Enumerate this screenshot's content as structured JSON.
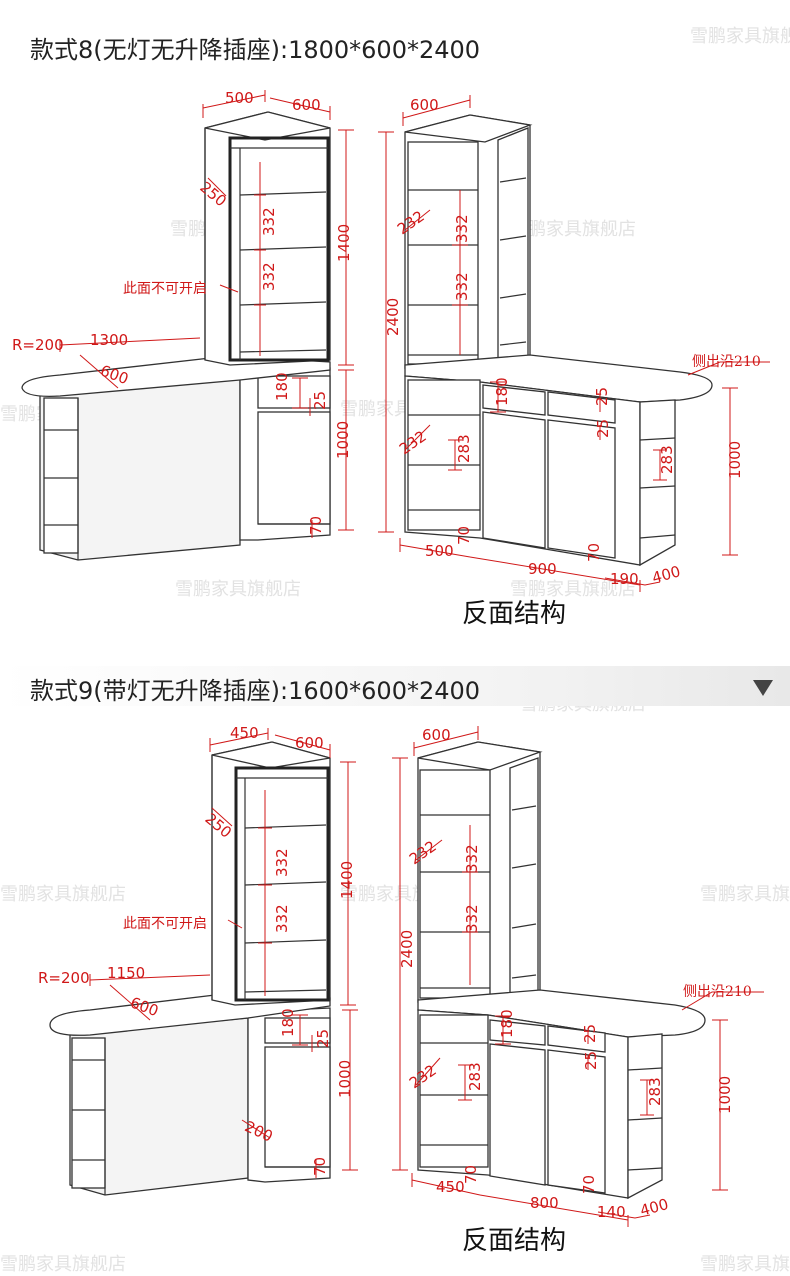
{
  "watermark": "雪鹏家具旗舰店",
  "section1": {
    "title": "款式8(无灯无升降插座):1800*600*2400",
    "caption": "反面结构",
    "front": {
      "depth_top": "500",
      "width_top": "600",
      "side": "250",
      "shelf_a": "332",
      "shelf_b": "332",
      "height_upper": "1400",
      "note": "此面不可开启",
      "radius": "R=200",
      "counter_len": "1300",
      "counter_depth": "600",
      "drawer": "180",
      "gap": "25",
      "height_lower": "1000",
      "plinth": "70"
    },
    "back": {
      "width_top": "600",
      "total_h": "2400",
      "shelf_l": "232",
      "shelf_a": "332",
      "shelf_b": "332",
      "side_note": "侧出沿210",
      "drawer": "180",
      "gap_a": "25",
      "gap_b": "25",
      "shelf_low": "232",
      "shelf_283": "283",
      "side_283": "283",
      "height_1000": "1000",
      "b_500": "500",
      "b_70a": "70",
      "b_900": "900",
      "b_70b": "70",
      "b_190": "190",
      "b_400": "400"
    }
  },
  "section2": {
    "title": "款式9(带灯无升降插座):1600*600*2400",
    "caption": "反面结构",
    "front": {
      "depth_top": "450",
      "width_top": "600",
      "side": "250",
      "shelf_a": "332",
      "shelf_b": "332",
      "height_upper": "1400",
      "note": "此面不可开启",
      "radius": "R=200",
      "counter_len": "1150",
      "counter_depth": "600",
      "drawer": "180",
      "gap": "25",
      "height_lower": "1000",
      "depth_low": "200",
      "plinth": "70"
    },
    "back": {
      "width_top": "600",
      "total_h": "2400",
      "shelf_l": "232",
      "shelf_a": "332",
      "shelf_b": "332",
      "side_note": "侧出沿210",
      "drawer": "180",
      "gap_a": "25",
      "gap_b": "25",
      "shelf_low": "232",
      "shelf_283": "283",
      "side_283": "283",
      "height_1000": "1000",
      "b_450": "450",
      "b_70a": "70",
      "b_800": "800",
      "b_70b": "70",
      "b_140": "140",
      "b_400": "400"
    }
  }
}
